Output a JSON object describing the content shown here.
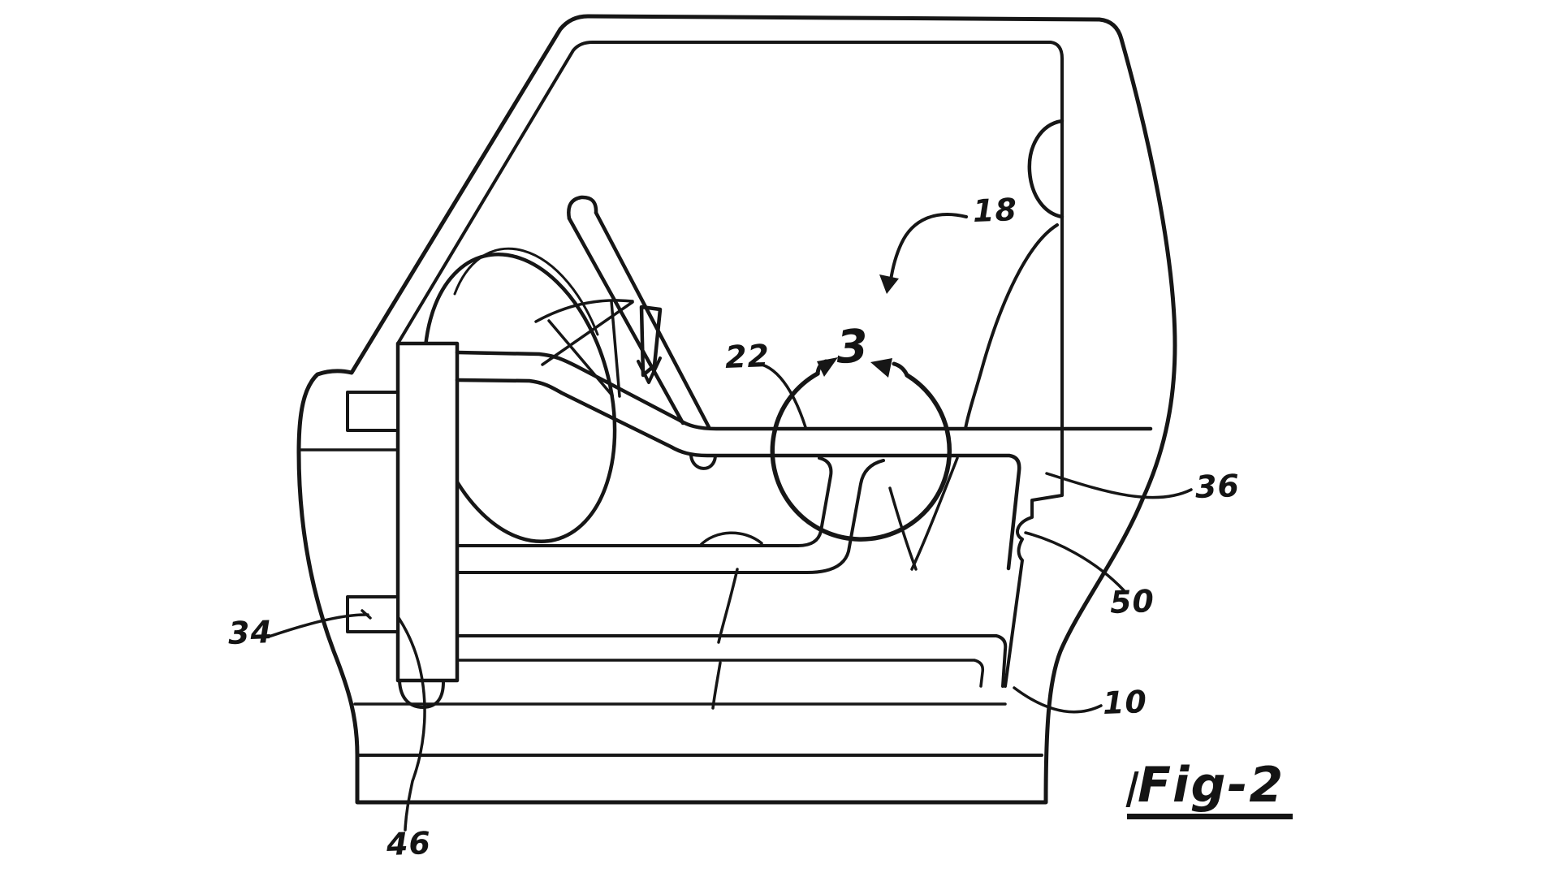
{
  "figure": {
    "kind": "patent-line-drawing",
    "subject": "vehicle side door with interior, beams and section indicator",
    "fig_label": "Fig-2",
    "style": {
      "ink": "#141414",
      "paper": "#ffffff"
    },
    "refs": [
      {
        "id": "r18",
        "text": "18"
      },
      {
        "id": "r22",
        "text": "22"
      },
      {
        "id": "r3",
        "text": "3"
      },
      {
        "id": "r36",
        "text": "36"
      },
      {
        "id": "r50",
        "text": "50"
      },
      {
        "id": "r10",
        "text": "10"
      },
      {
        "id": "r34",
        "text": "34"
      },
      {
        "id": "r46",
        "text": "46"
      }
    ]
  }
}
